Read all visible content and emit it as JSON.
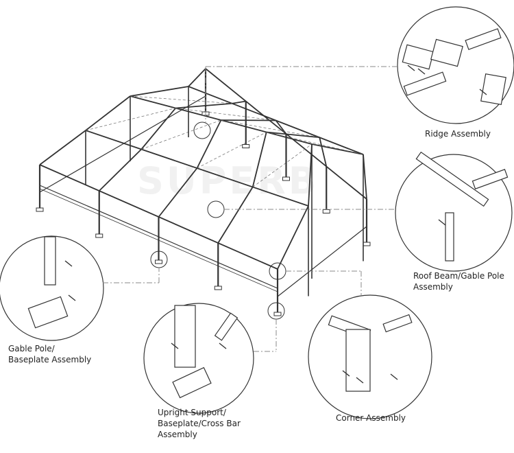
{
  "watermark": "SUPERB",
  "labels": {
    "ridge": "Ridge Assembly",
    "roof_beam": "Roof Beam/Gable Pole\nAssembly",
    "gable_pole": "Gable Pole/\nBaseplate Assembly",
    "upright": "Upright Support/\nBaseplate/Cross Bar\nAssembly",
    "corner": "Corner Assembly"
  },
  "colors": {
    "line": "#333333",
    "leader": "#888888"
  }
}
